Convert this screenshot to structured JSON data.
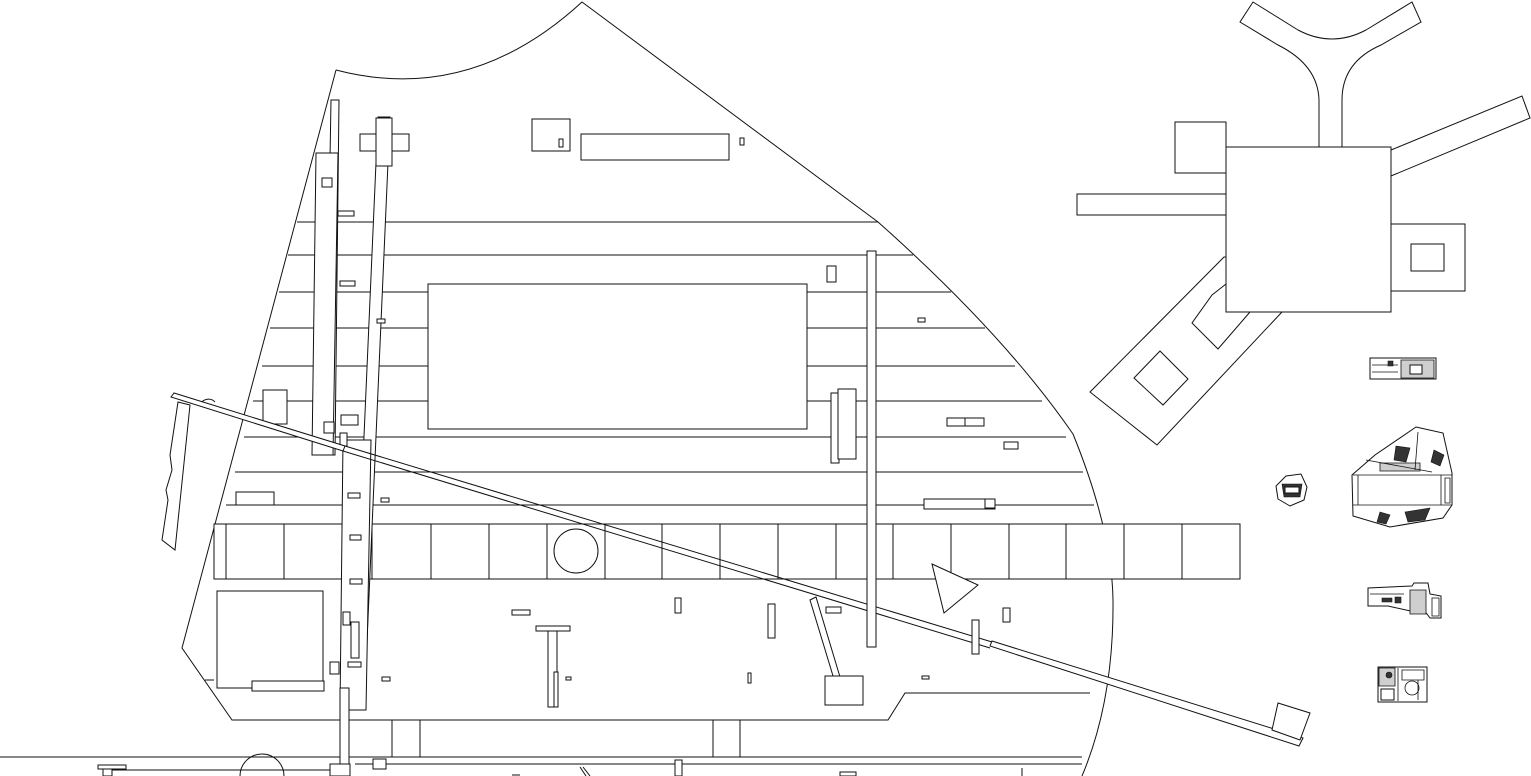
{
  "drawing": {
    "kind": "site-plan",
    "labels": []
  },
  "legend_plans": [
    "plan-thumbnail-1",
    "plan-thumbnail-2",
    "plan-thumbnail-3",
    "plan-thumbnail-4",
    "plan-thumbnail-5"
  ]
}
